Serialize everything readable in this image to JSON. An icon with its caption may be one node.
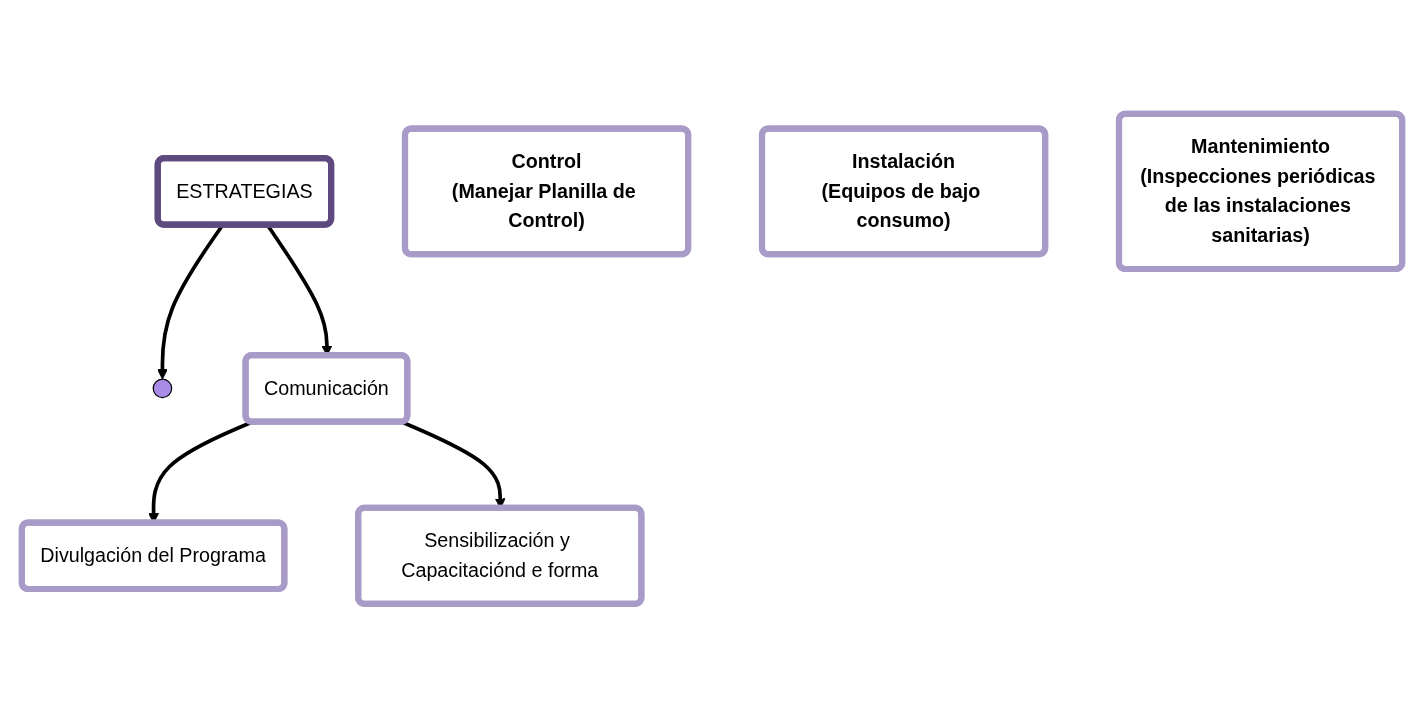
{
  "diagram": {
    "nodes": [
      {
        "text": [
          "ESTRATEGIAS"
        ]
      },
      {
        "text": [],
        "shape": "circle"
      },
      {
        "text": [
          "Control",
          "(Manejar Planilla de Control)"
        ]
      },
      {
        "text": [
          "Instalación",
          "(Equipos de bajo consumo)"
        ]
      },
      {
        "text": [
          "Mantenimiento",
          "(Inspecciones periódicas de las instalaciones sanitarias)"
        ]
      },
      {
        "text": [
          "Comunicación"
        ]
      },
      {
        "text": [
          "Divulgación del Programa"
        ]
      },
      {
        "text": [
          "Sensibilización y Capacitaciónd e forma"
        ]
      }
    ],
    "edges": [
      {
        "from": 0,
        "to": 1,
        "arrow": "to"
      },
      {
        "from": 0,
        "to": 5,
        "arrow": "to"
      },
      {
        "from": 5,
        "to": 6,
        "arrow": "to"
      },
      {
        "from": 5,
        "to": 7,
        "arrow": "to"
      }
    ]
  }
}
